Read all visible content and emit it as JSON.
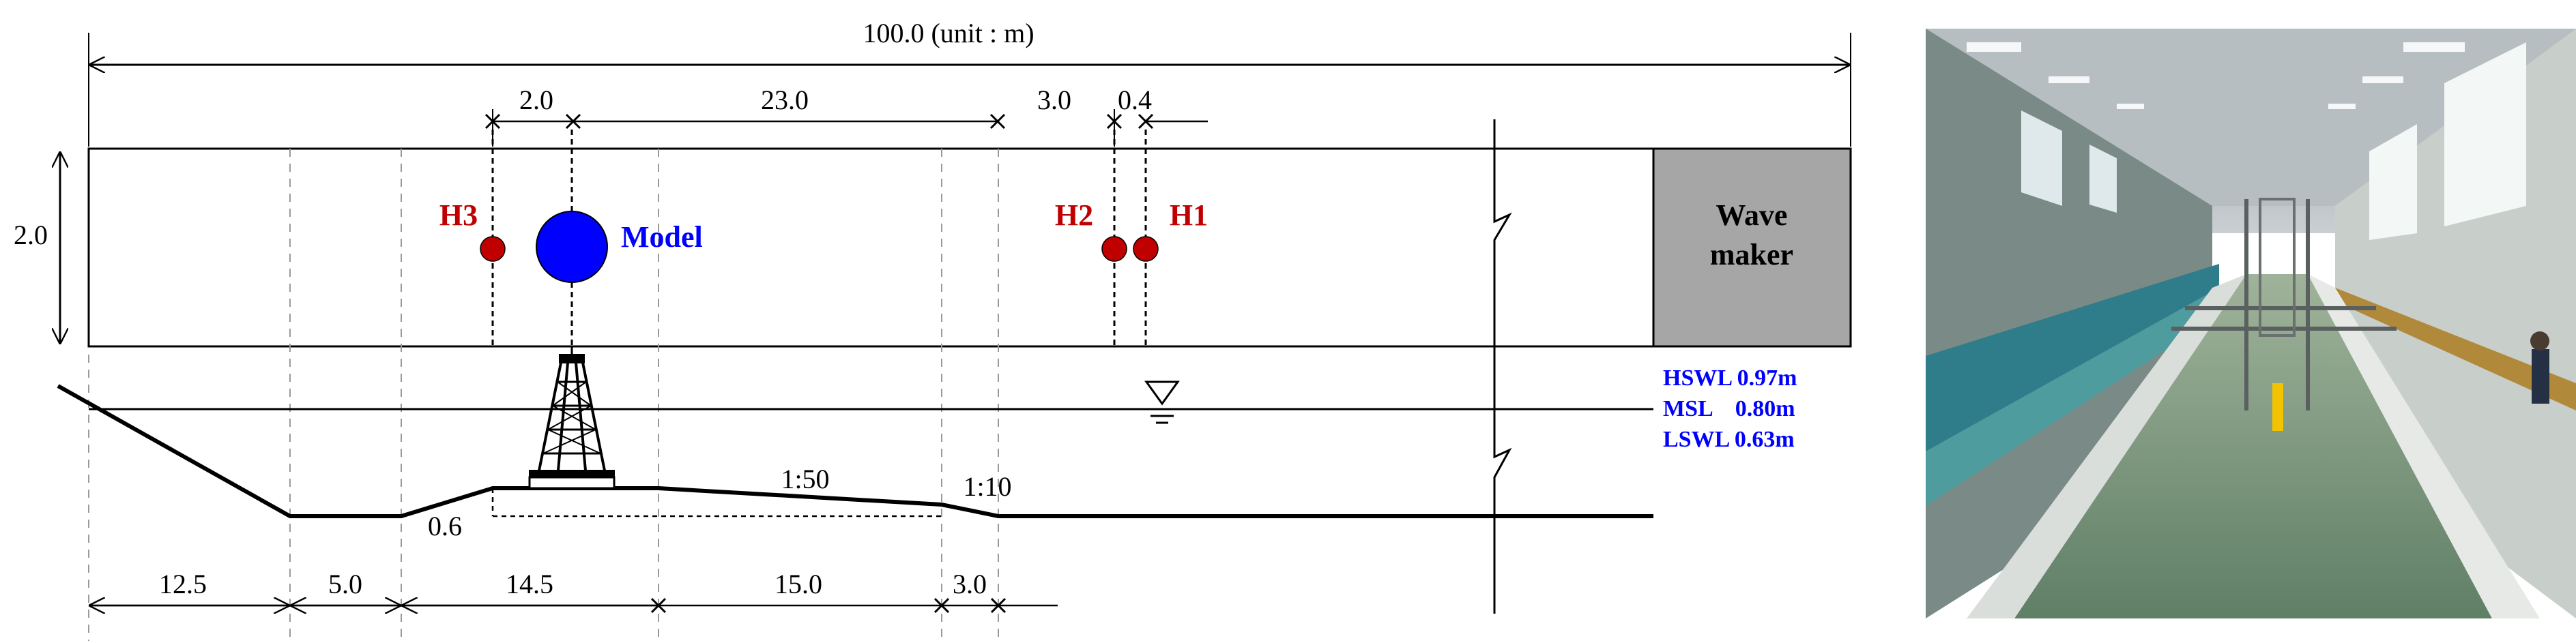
{
  "diagram": {
    "total_length_label": "100.0 (unit : m)",
    "top_dims": [
      "2.0",
      "23.0",
      "3.0",
      "0.4"
    ],
    "width_label": "2.0",
    "gauges": {
      "h3": "H3",
      "h2": "H2",
      "h1": "H1"
    },
    "model_label": "Model",
    "wave_maker": {
      "line1": "Wave",
      "line2": "maker"
    },
    "water_levels": {
      "hswl": "HSWL 0.97m",
      "msl": "MSL    0.80m",
      "lswl": "LSWL 0.63m"
    },
    "slopes": {
      "gentle": "1:50",
      "steep": "1:10"
    },
    "height_label": "0.6",
    "bottom_dims": [
      "12.5",
      "5.0",
      "14.5",
      "15.0",
      "3.0"
    ]
  },
  "colors": {
    "gauge": "#c00000",
    "model": "#0000ff",
    "wave_maker_fill": "#a6a6a6"
  },
  "photo": {
    "subject": "wave flume facility photograph"
  }
}
